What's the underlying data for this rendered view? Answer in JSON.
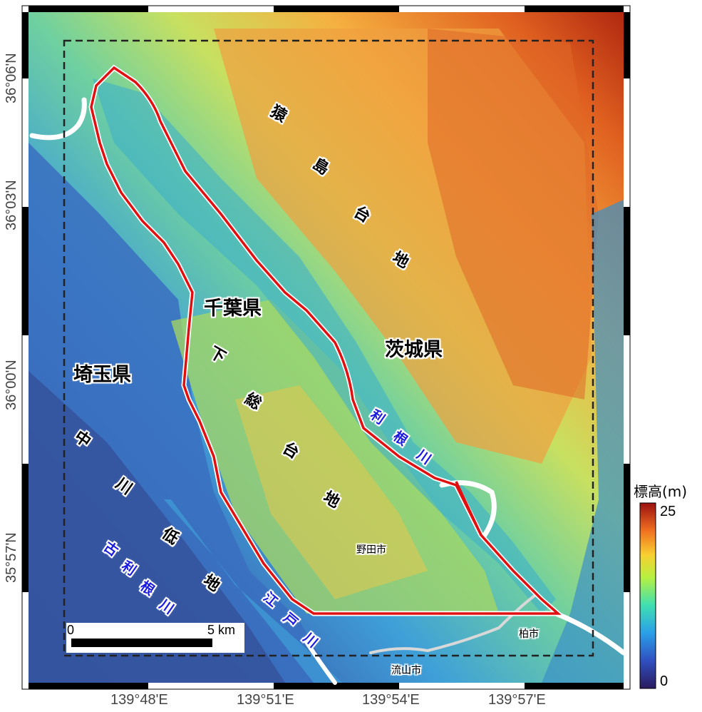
{
  "labels": {
    "prefectures": [
      {
        "key": "chiba",
        "text": "千葉県"
      },
      {
        "key": "ibaraki",
        "text": "茨城県"
      },
      {
        "key": "saitama",
        "text": "埼玉県"
      }
    ],
    "terrain": {
      "sashima_upland": [
        "猿",
        "島",
        "台",
        "地"
      ],
      "shimosa_upland": [
        "下",
        "総",
        "台",
        "地"
      ],
      "naka_lowland": [
        "中",
        "川",
        "低",
        "地"
      ]
    },
    "rivers": {
      "tone": [
        "利",
        "根",
        "川"
      ],
      "edo": [
        "江",
        "戸",
        "川"
      ],
      "old_tone": [
        "古",
        "利",
        "根",
        "川"
      ]
    },
    "cities": [
      {
        "key": "noda",
        "text": "野田市"
      },
      {
        "key": "kashiwa",
        "text": "柏市"
      },
      {
        "key": "nagareyama",
        "text": "流山市"
      }
    ]
  },
  "axes": {
    "longitude_ticks": [
      "139°48'E",
      "139°51'E",
      "139°54'E",
      "139°57'E"
    ],
    "latitude_ticks": [
      "36°06'N",
      "36°03'N",
      "36°00'N",
      "35°57'N"
    ]
  },
  "colorbar": {
    "title": "標高(m)",
    "min_label": "0",
    "max_label": "25",
    "min": 0,
    "max": 25
  },
  "scale_bar": {
    "start_label": "0",
    "end_label": "5 km"
  },
  "colors": {
    "boundary": "#e01010",
    "road": "#ffffff",
    "study_area": "#222222",
    "river_label": "#1a1ae0"
  }
}
